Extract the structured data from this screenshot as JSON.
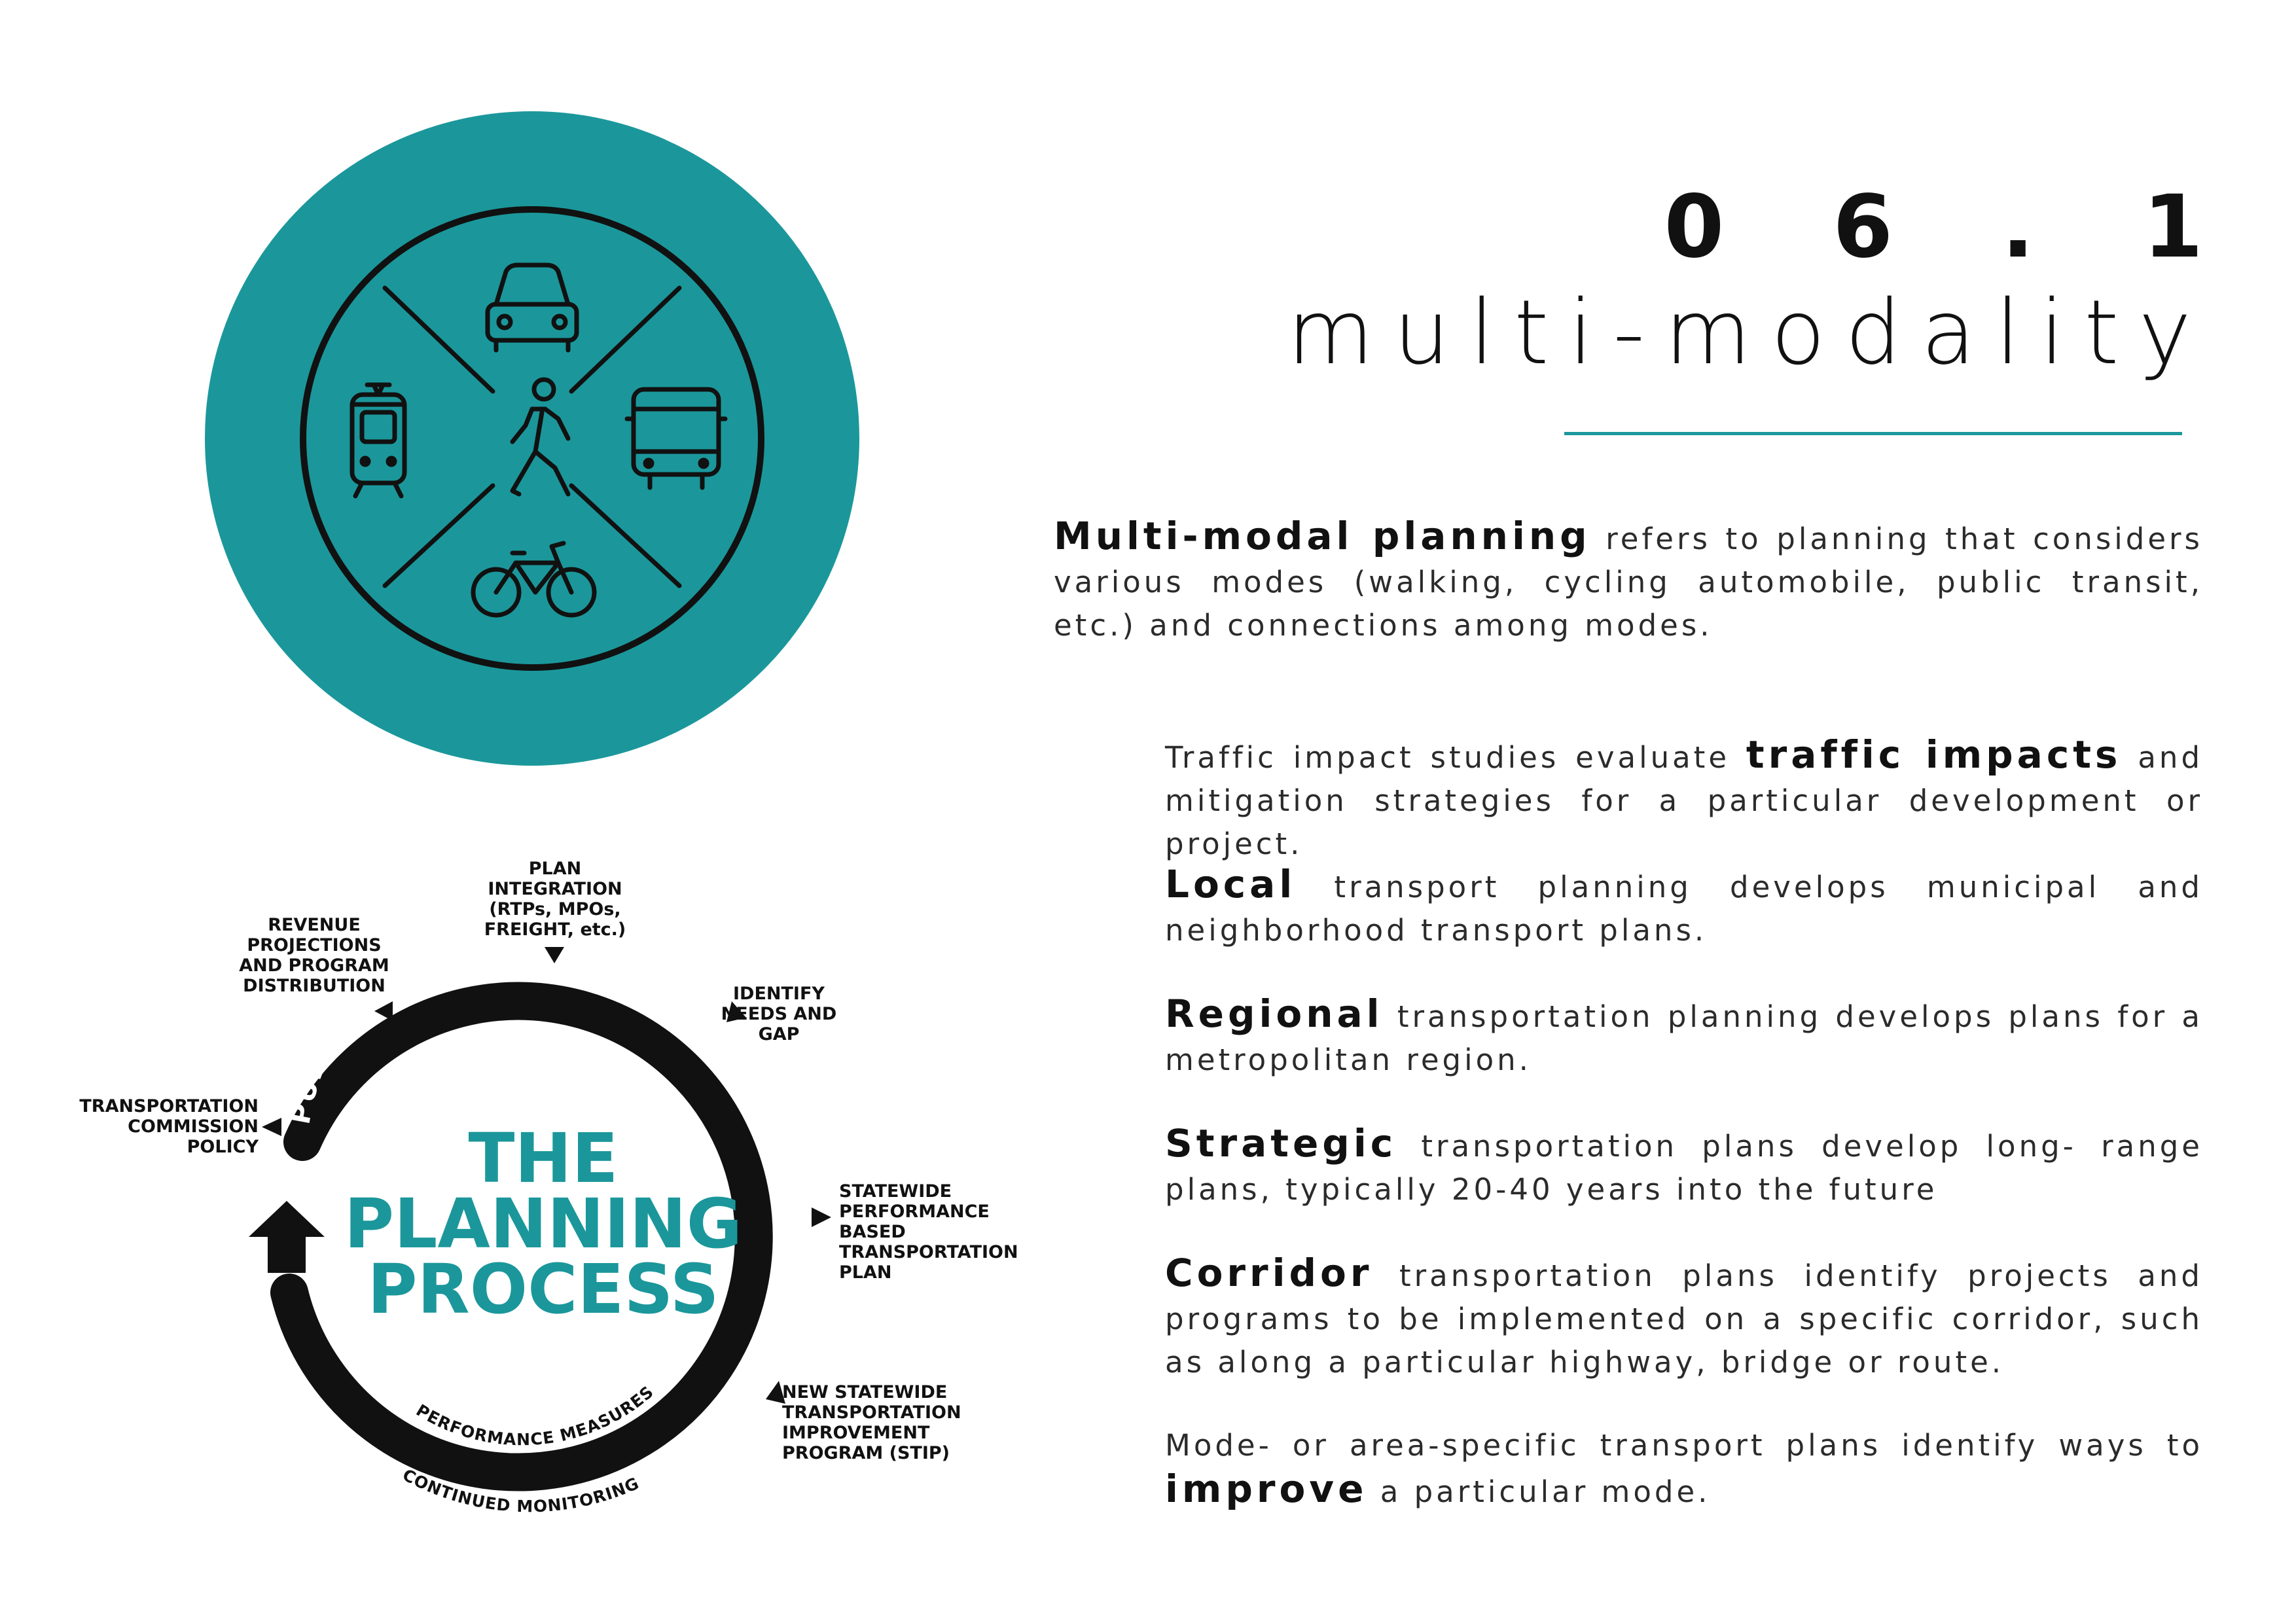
{
  "header": {
    "section_number": "0 6 . 1",
    "section_title": "multi-modality",
    "accent_color": "#1b979b"
  },
  "icon_panel": {
    "background_color": "#1b979b",
    "icons": [
      "car-icon",
      "tram-icon",
      "pedestrian-icon",
      "bus-icon",
      "bicycle-icon"
    ]
  },
  "intro": {
    "keyword": "Multi-modal planning",
    "text": " refers to planning that considers various modes (walking, cycling automobile, public transit, etc.) and connections among modes."
  },
  "items": [
    {
      "before": "Traffic impact studies evaluate ",
      "keyword": "traffic impacts",
      "after": " and mitigation strategies for a particular development or project."
    },
    {
      "before": "",
      "keyword": "Local",
      "after": " transport planning develops municipal and neighborhood transport plans."
    },
    {
      "before": "",
      "keyword": "Regional",
      "after": " transportation planning develops plans for a metropolitan region."
    },
    {
      "before": "",
      "keyword": "Strategic",
      "after": " transportation plans develop long- range plans, typically 20-40 years into the future"
    },
    {
      "before": "",
      "keyword": "Corridor",
      "after": " transportation plans identify projects and programs to be implemented on a specific corridor, such as along a particular highway, bridge or route."
    },
    {
      "before": "Mode- or area-specific transport plans identify ways to ",
      "keyword": "improve",
      "after": " a particular mode."
    }
  ],
  "process": {
    "title_line1": "THE",
    "title_line2": "PLANNING",
    "title_line3": "PROCESS",
    "arc_top_label": "PUBLIC & AGENCY PARTICIPATION",
    "inner_bottom_label": "PERFORMANCE MEASURES",
    "outer_bottom_label": "CONTINUED MONITORING",
    "steps": {
      "commission": [
        "TRANSPORTATION",
        "COMMISSION",
        "POLICY"
      ],
      "revenue": [
        "REVENUE",
        "PROJECTIONS",
        "AND PROGRAM",
        "DISTRIBUTION"
      ],
      "integration": [
        "PLAN",
        "INTEGRATION",
        "(RTPs, MPOs,",
        "FREIGHT, etc.)"
      ],
      "needs": [
        "IDENTIFY",
        "NEEDS AND",
        "GAP"
      ],
      "statewide": [
        "STATEWIDE",
        "PERFORMANCE",
        "BASED",
        "TRANSPORTATION",
        "PLAN"
      ],
      "stip": [
        "NEW STATEWIDE",
        "TRANSPORTATION",
        "IMPROVEMENT",
        "PROGRAM (STIP)"
      ]
    }
  }
}
